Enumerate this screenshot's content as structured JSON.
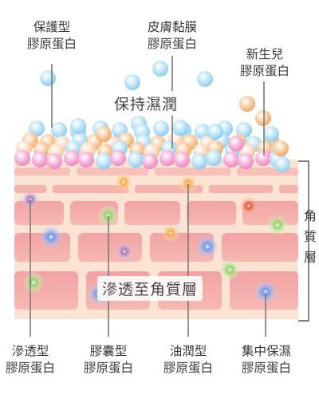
{
  "labels": {
    "protective": {
      "line1": "保護型",
      "line2": "膠原蛋白"
    },
    "skin_mucosa": {
      "line1": "皮膚黏膜",
      "line2": "膠原蛋白"
    },
    "newborn": {
      "line1": "新生兒",
      "line2": "膠原蛋白"
    },
    "penetrating": {
      "line1": "滲透型",
      "line2": "膠原蛋白"
    },
    "capsule": {
      "line1": "膠囊型",
      "line2": "膠原蛋白"
    },
    "oil_moist": {
      "line1": "油潤型",
      "line2": "膠原蛋白"
    },
    "focused_moist": {
      "line1": "集中保濕",
      "line2": "膠原蛋白"
    }
  },
  "banners": {
    "keep_moist": "保持濕潤",
    "penetrate": "滲透至角質層"
  },
  "stratum_corneum": {
    "chars": [
      "角",
      "質",
      "層"
    ]
  },
  "colors": {
    "skin_bg": "#fde3d4",
    "brick": "#f4a5a5",
    "brick_top": "#f7c0b8",
    "pointer_line": "#7a7a7a",
    "bracket": "#555555",
    "sphere_blue": "#a9dcf3",
    "sphere_pink": "#f3a6d1",
    "sphere_orange": "#f6c493",
    "sphere_peach": "#f8d0b0",
    "glow_blue": "#3b6fd8",
    "glow_green": "#7fcf5a",
    "glow_orange": "#f6a23b",
    "glow_purple": "#9a6fb0",
    "glow_red": "#e2462f"
  }
}
